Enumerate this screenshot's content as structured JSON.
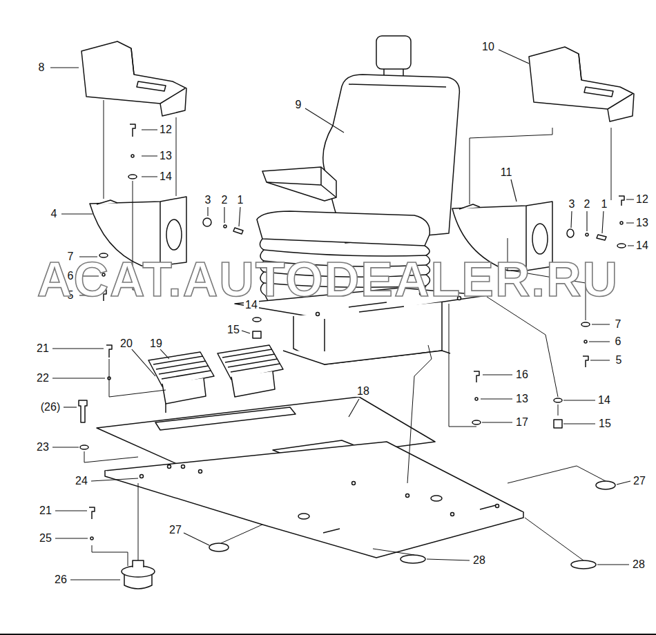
{
  "diagram": {
    "labels": [
      "8",
      "10",
      "9",
      "12",
      "13",
      "14",
      "11",
      "3",
      "2",
      "1",
      "12",
      "13",
      "14",
      "3",
      "2",
      "1",
      "4",
      "7",
      "6",
      "5",
      "ACAT.AUTODEALER.RU",
      "14",
      "15",
      "7",
      "6",
      "5",
      "20",
      "19",
      "21",
      "22",
      "16",
      "13",
      "17",
      "18",
      "14",
      "15",
      "(26)",
      "23",
      "24",
      "27",
      "21",
      "25",
      "27",
      "28",
      "28",
      "26"
    ]
  }
}
